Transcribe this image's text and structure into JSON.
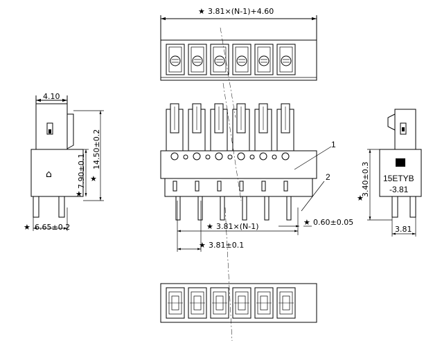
{
  "dimensions": {
    "overall_width": "3.81×(N-1)+4.60",
    "side_width": "4.10",
    "height_total": "14.50±0.2",
    "height_body": "7.90±0.1",
    "pin_offset": "6.65±0.2",
    "pitch_span": "3.81×(N-1)",
    "pitch": "3.81±0.1",
    "pin_size": "0.60±0.05",
    "right_height": "3.40±0.3",
    "right_width": "3.81"
  },
  "callouts": {
    "one": "1",
    "two": "2"
  },
  "label": {
    "line1": "15ETYB",
    "line2": "-3.81"
  },
  "star_glyph": "★",
  "positions_count": 6
}
